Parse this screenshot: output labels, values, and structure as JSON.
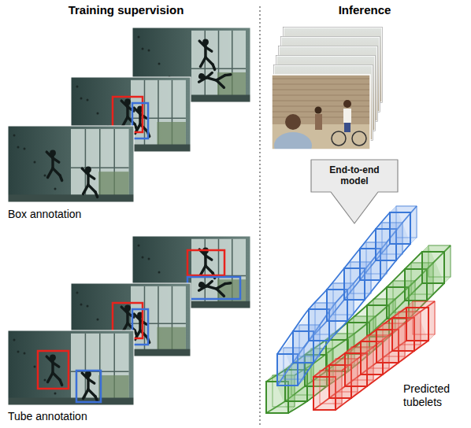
{
  "diagram": {
    "nodes": [
      {
        "text": [
          "End-to-end model"
        ]
      }
    ],
    "labels": [
      "Training supervision",
      "Inference",
      "Box annotation",
      "Tube annotation",
      "Predicted tubelets"
    ]
  }
}
